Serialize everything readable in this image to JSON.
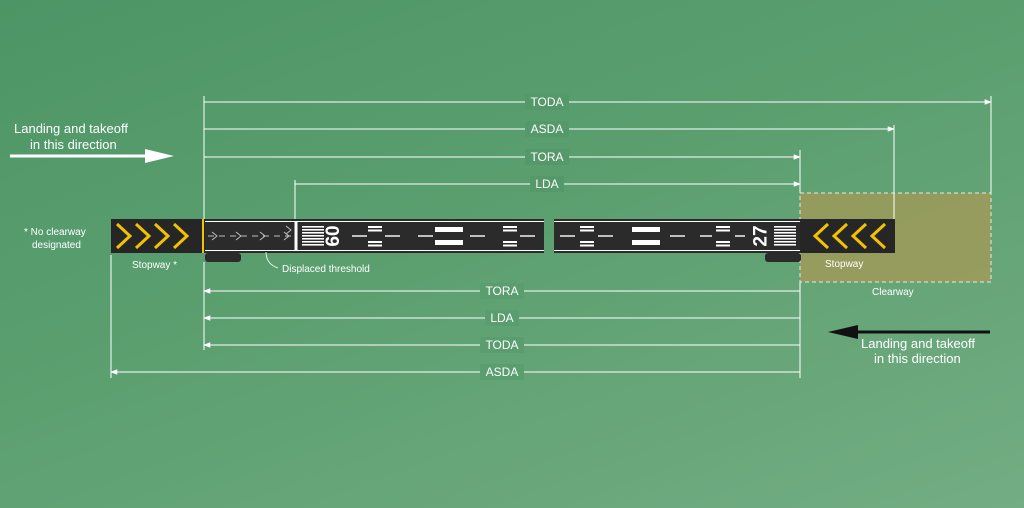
{
  "title": "",
  "top_dimensions": [
    "TODA",
    "ASDA",
    "TORA",
    "LDA"
  ],
  "bottom_dimensions": [
    "TORA",
    "LDA",
    "TODA",
    "ASDA"
  ],
  "direction_left": {
    "line1": "Landing and takeoff",
    "line2": "in this direction"
  },
  "direction_right": {
    "line1": "Landing and takeoff",
    "line2": "in this direction"
  },
  "notes": {
    "no_clearway_line1": "* No clearway",
    "no_clearway_line2": "designated",
    "stopway_left": "Stopway *",
    "displaced_threshold": "Displaced threshold",
    "stopway_right": "Stopway",
    "clearway": "Clearway"
  },
  "runway": {
    "designator_left": "09",
    "designator_right": "27"
  },
  "colors": {
    "runway": "#2b2b2b",
    "chevron": "#f2c200",
    "clearway": "#a69a55",
    "lines": "#ffffff"
  }
}
